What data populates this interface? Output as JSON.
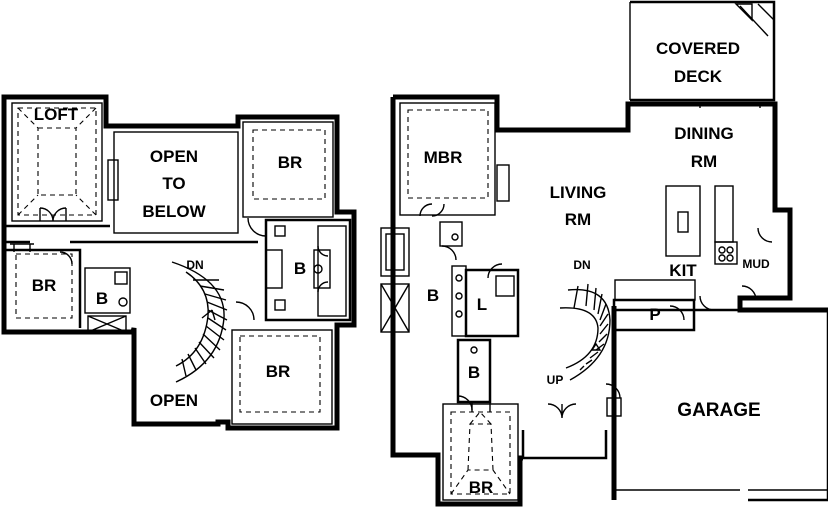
{
  "upper_floor": {
    "loft": "LOFT",
    "open_to_below": [
      "OPEN",
      "TO",
      "BELOW"
    ],
    "br_top": "BR",
    "br_left": "BR",
    "bath_left": "B",
    "bath_center": "B",
    "stair_dn": "DN",
    "open": "OPEN",
    "br_bottom": "BR"
  },
  "main_floor": {
    "covered_deck": [
      "COVERED",
      "DECK"
    ],
    "mbr": "MBR",
    "living_rm": [
      "LIVING",
      "RM"
    ],
    "dining_rm": [
      "DINING",
      "RM"
    ],
    "kit": "KIT",
    "mud": "MUD",
    "stair_dn": "DN",
    "stair_up": "UP",
    "bath_master": "B",
    "laundry": "L",
    "pantry": "P",
    "bath_lower": "B",
    "garage": "GARAGE",
    "br_bottom": "BR"
  }
}
